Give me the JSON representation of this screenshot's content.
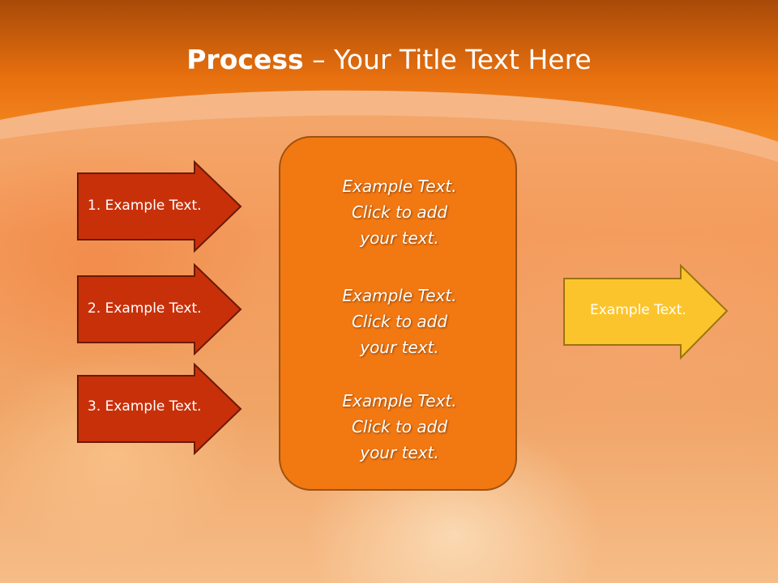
{
  "title": {
    "bold": "Process",
    "rest": " – Your Title Text Here"
  },
  "inputs": [
    {
      "label": "1. Example Text."
    },
    {
      "label": "2. Example Text."
    },
    {
      "label": "3. Example Text."
    }
  ],
  "center": {
    "blocks": [
      {
        "lines": [
          "Example Text.",
          "Click  to add",
          "your text."
        ]
      },
      {
        "lines": [
          "Example Text.",
          "Click  to add",
          "your text."
        ]
      },
      {
        "lines": [
          "Example Text.",
          "Click  to add",
          "your text."
        ]
      }
    ]
  },
  "output": {
    "label": "Example Text."
  },
  "colors": {
    "header": "#f07818",
    "input_arrow": "#c8300a",
    "center_box": "#f27812",
    "output_arrow": "#fcc42c"
  }
}
